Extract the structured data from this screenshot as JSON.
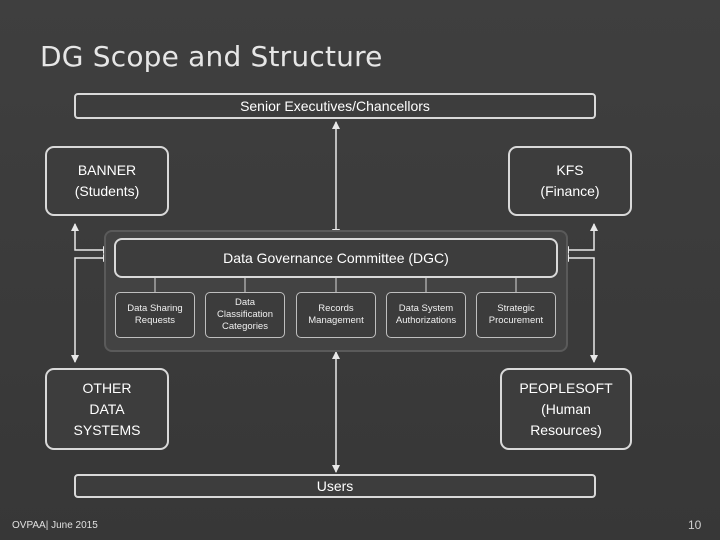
{
  "slide": {
    "title": "DG Scope and Structure",
    "footer_left": "OVPAA| June 2015",
    "page_number": "10"
  },
  "diagram": {
    "top_bar": "Senior Executives/Chancellors",
    "bottom_bar": "Users",
    "banner": [
      "BANNER",
      "(Students)"
    ],
    "kfs": [
      "KFS",
      "(Finance)"
    ],
    "other_data": [
      "OTHER",
      "DATA",
      "SYSTEMS"
    ],
    "peoplesoft": [
      "PEOPLESOFT",
      "(Human",
      "Resources)"
    ],
    "dgc": "Data Governance Committee (DGC)",
    "sub_committees": [
      [
        "Data Sharing",
        "Requests"
      ],
      [
        "Data",
        "Classification",
        "Categories"
      ],
      [
        "Records",
        "Management"
      ],
      [
        "Data System",
        "Authorizations"
      ],
      [
        "Strategic",
        "Procurement"
      ]
    ]
  }
}
